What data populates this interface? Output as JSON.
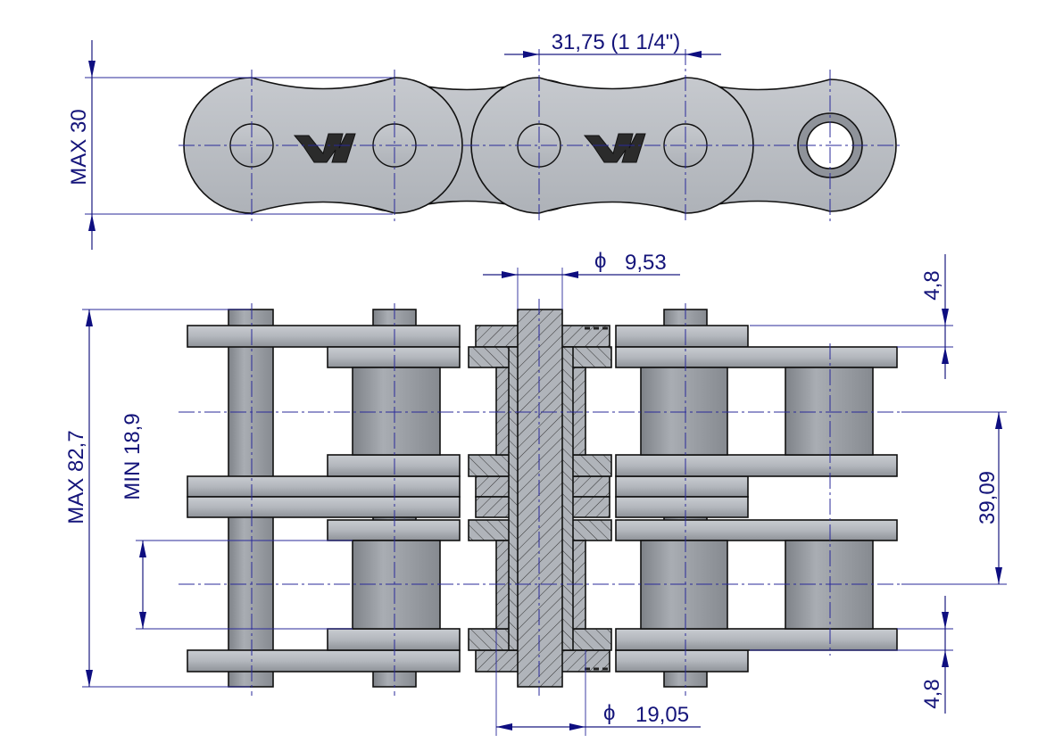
{
  "title": "Double roller chain 20B-2 drawing",
  "dimensions": {
    "pitch": "31,75  (1 1/4\")",
    "max_height": "MAX  30",
    "pin_diameter": "9,53",
    "roller_diameter": "19,05",
    "max_width": "MAX  82,7",
    "min_inner_width": "MIN  18,9",
    "transverse_pitch": "39,09",
    "plate_thickness_top": "4,8",
    "plate_thickness_bottom": "4,8",
    "diameter_symbol": "ϕ"
  },
  "logo_text": "W",
  "colors": {
    "dimension": "#14147a",
    "metal": "#b3b7bd",
    "outline": "#111111"
  }
}
